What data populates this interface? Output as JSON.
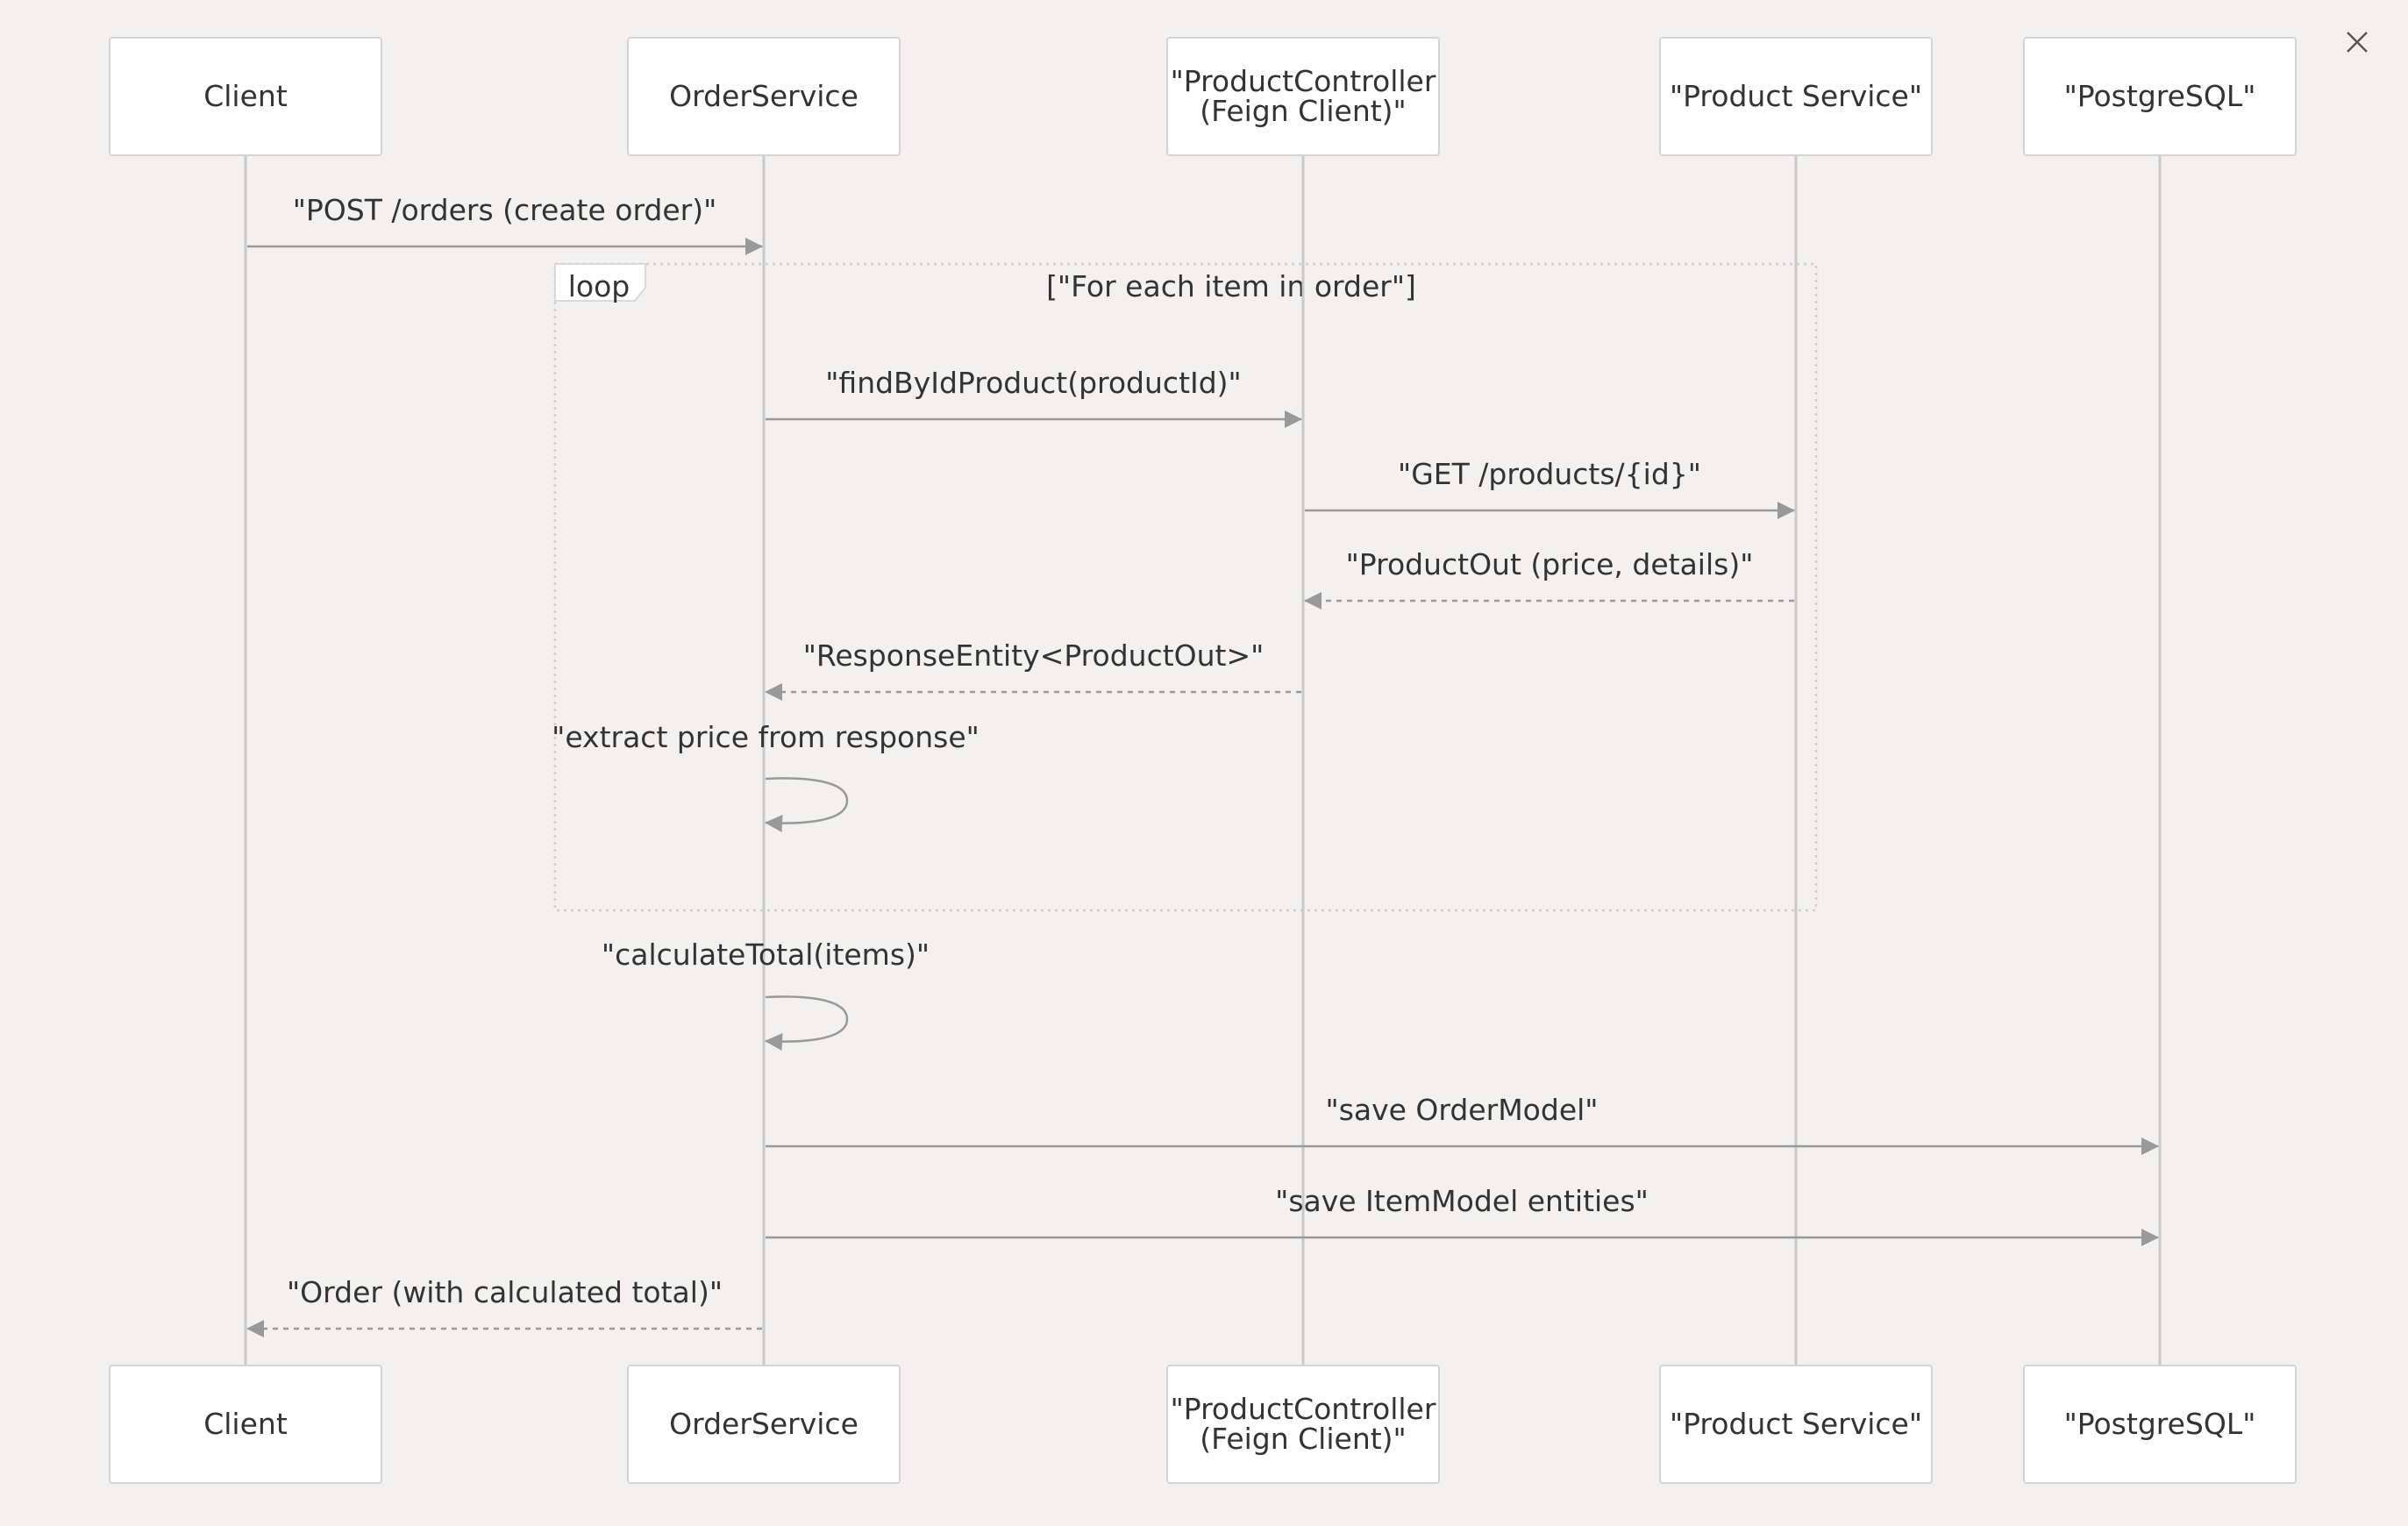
{
  "participants": [
    {
      "id": "client",
      "label_lines": [
        "Client"
      ]
    },
    {
      "id": "orderservice",
      "label_lines": [
        "OrderService"
      ]
    },
    {
      "id": "productcontroller",
      "label_lines": [
        "\"ProductController",
        "(Feign Client)\""
      ]
    },
    {
      "id": "productservice",
      "label_lines": [
        "\"Product Service\""
      ]
    },
    {
      "id": "postgresql",
      "label_lines": [
        "\"PostgreSQL\""
      ]
    }
  ],
  "messages": [
    {
      "from": "client",
      "to": "orderservice",
      "label": "\"POST /orders (create order)\"",
      "style": "solid"
    },
    {
      "from": "orderservice",
      "to": "productcontroller",
      "label": "\"findByIdProduct(productId)\"",
      "style": "solid"
    },
    {
      "from": "productcontroller",
      "to": "productservice",
      "label": "\"GET /products/{id}\"",
      "style": "solid"
    },
    {
      "from": "productservice",
      "to": "productcontroller",
      "label": "\"ProductOut (price, details)\"",
      "style": "dashed"
    },
    {
      "from": "productcontroller",
      "to": "orderservice",
      "label": "\"ResponseEntity<ProductOut>\"",
      "style": "dashed"
    },
    {
      "from": "orderservice",
      "to": "orderservice",
      "label": "\"extract price from response\"",
      "style": "self"
    },
    {
      "from": "orderservice",
      "to": "orderservice",
      "label": "\"calculateTotal(items)\"",
      "style": "self"
    },
    {
      "from": "orderservice",
      "to": "postgresql",
      "label": "\"save OrderModel\"",
      "style": "solid"
    },
    {
      "from": "orderservice",
      "to": "postgresql",
      "label": "\"save ItemModel entities\"",
      "style": "solid"
    },
    {
      "from": "orderservice",
      "to": "client",
      "label": "\"Order (with calculated total)\"",
      "style": "dashed"
    }
  ],
  "loop": {
    "keyword": "loop",
    "condition": "[\"For each item in order\"]"
  },
  "colors": {
    "background": "#f2f1ef",
    "lines": "#999999",
    "lifeline": "#c9c9c9",
    "text": "#333333"
  },
  "icons": {
    "close": "close-icon"
  }
}
